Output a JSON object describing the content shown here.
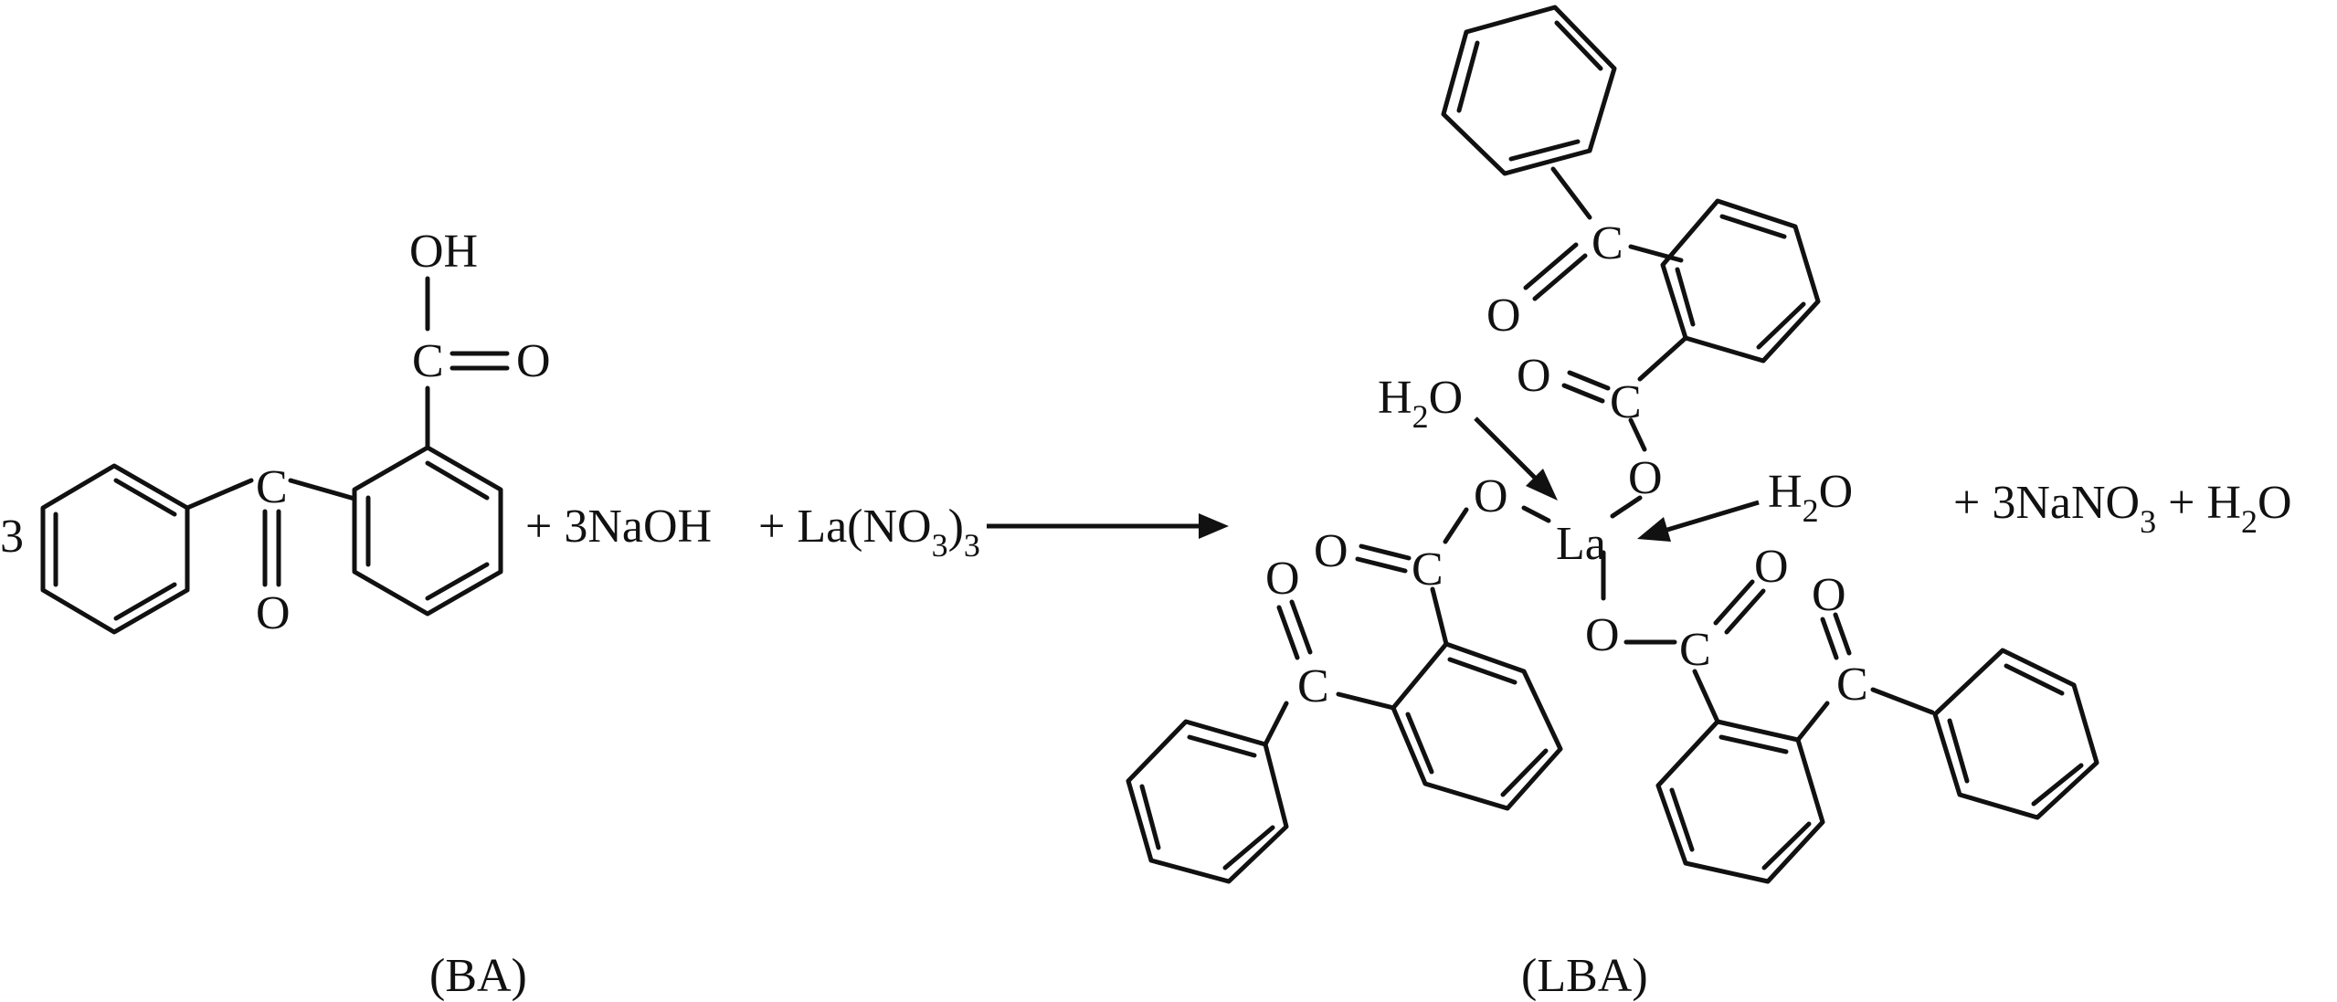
{
  "reactants": {
    "coefficient": "3",
    "ba_labels": {
      "oh": "OH",
      "c_acid": "C",
      "o_acid": "O",
      "c_keto": "C",
      "o_keto": "O"
    },
    "plus_naoh": "+ 3NaOH",
    "plus_la_prefix": "+ La(NO",
    "la_sub1": "3",
    "la_close": ")",
    "la_sub2": "3"
  },
  "product": {
    "la": "La",
    "h2o": {
      "h": "H",
      "sub": "2",
      "o": "O"
    },
    "atoms": {
      "c": "C",
      "o": "O"
    }
  },
  "byproducts": {
    "prefix": "+ 3NaNO",
    "sub1": "3",
    "mid": " + H",
    "sub2": "2",
    "suffix": "O"
  },
  "captions": {
    "left": "(BA)",
    "right": "(LBA)"
  },
  "colors": {
    "ink": "#111111",
    "background": "#ffffff"
  }
}
